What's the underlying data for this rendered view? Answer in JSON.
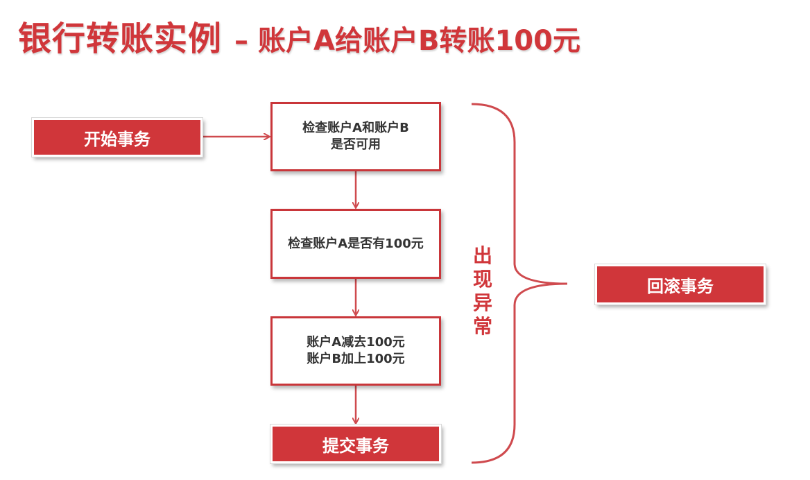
{
  "title": {
    "main": "银行转账实例",
    "separator": "–",
    "subtitle": "账户A给账户B转账100元"
  },
  "nodes": {
    "start": "开始事务",
    "check_available_line1": "检查账户A和账户B",
    "check_available_line2": "是否可用",
    "check_balance": "检查账户A是否有100元",
    "transfer_line1": "账户A减去100元",
    "transfer_line2": "账户B加上100元",
    "commit": "提交事务",
    "rollback": "回滚事务"
  },
  "exception_label": "出现异常",
  "colors": {
    "accent": "#d0363a",
    "box_border": "#c9363a",
    "connector": "#cf4a4e",
    "step_text": "#333333"
  }
}
